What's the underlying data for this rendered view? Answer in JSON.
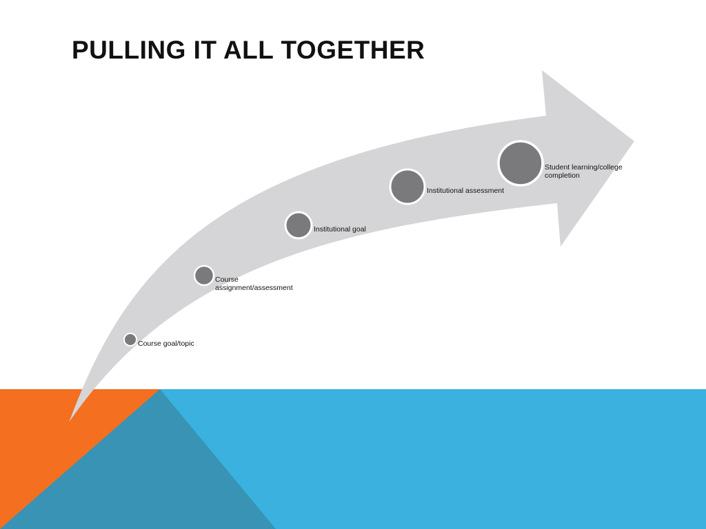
{
  "slide": {
    "title": "PULLING IT ALL TOGETHER",
    "colors": {
      "arrow": "#d5d5d7",
      "node_fill": "#7a7a7c",
      "node_stroke": "#ffffff",
      "blue_band": "#3ab1de",
      "orange_triangle": "#f46f1f",
      "dark_blue_triangle": "#3893b4"
    },
    "steps": [
      {
        "label": "Course goal/topic"
      },
      {
        "label": "Course assignment/assessment"
      },
      {
        "label": "Institutional goal"
      },
      {
        "label": "Institutional assessment"
      },
      {
        "label": "Student learning/college completion"
      }
    ]
  }
}
